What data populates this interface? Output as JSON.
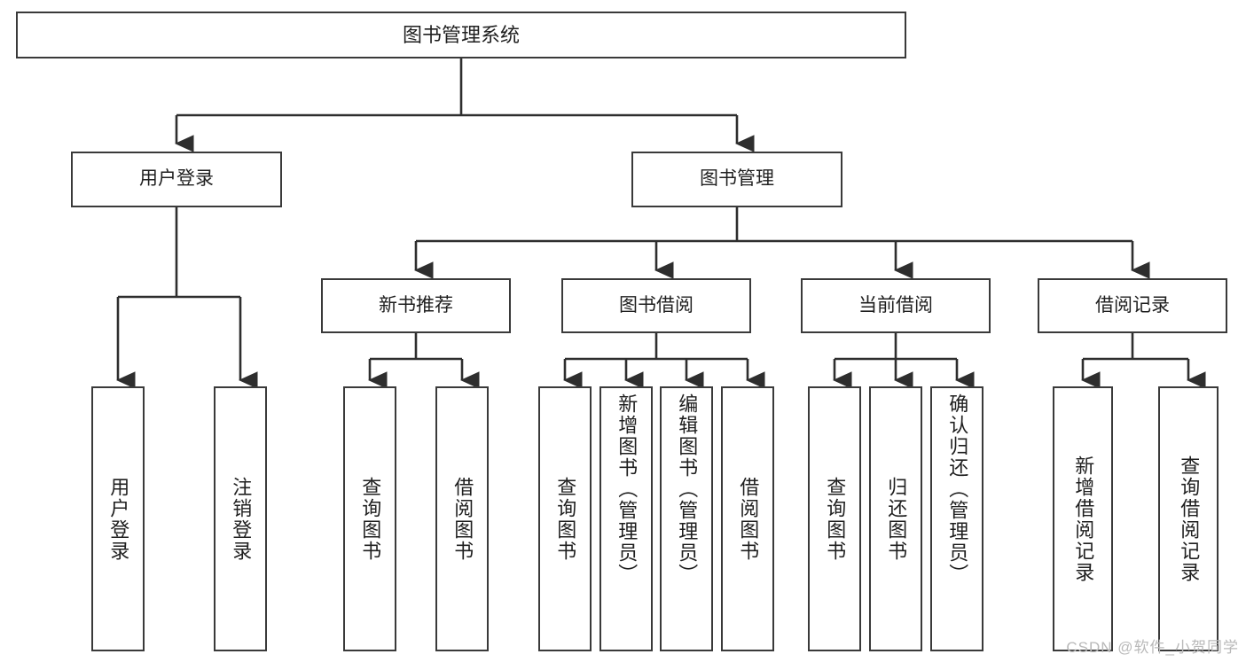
{
  "diagram": {
    "title": "图书管理系统",
    "type": "tree-hierarchy-chart",
    "watermark": "CSDN @软件_小贺同学",
    "colors": {
      "stroke": "#3a3a3a",
      "fill": "#ffffff",
      "text": "#1f1f1f",
      "watermark": "#b9b9b9"
    },
    "root": {
      "label": "图书管理系统"
    },
    "level2": [
      {
        "label": "用户登录"
      },
      {
        "label": "图书管理"
      }
    ],
    "level3": [
      {
        "label": "新书推荐"
      },
      {
        "label": "图书借阅"
      },
      {
        "label": "当前借阅"
      },
      {
        "label": "借阅记录"
      }
    ],
    "leaves": {
      "user_login": [
        {
          "label": "用户登录"
        },
        {
          "label": "注销登录"
        }
      ],
      "new_book_recommend": [
        {
          "label": "查询图书"
        },
        {
          "label": "借阅图书"
        }
      ],
      "book_borrow": [
        {
          "label": "查询图书"
        },
        {
          "label": "新增图书（管理员）"
        },
        {
          "label": "编辑图书（管理员）"
        },
        {
          "label": "借阅图书"
        }
      ],
      "current_borrow": [
        {
          "label": "查询图书"
        },
        {
          "label": "归还图书"
        },
        {
          "label": "确认归还（管理员）"
        }
      ],
      "borrow_record": [
        {
          "label": "新增借阅记录"
        },
        {
          "label": "查询借阅记录"
        }
      ]
    }
  }
}
